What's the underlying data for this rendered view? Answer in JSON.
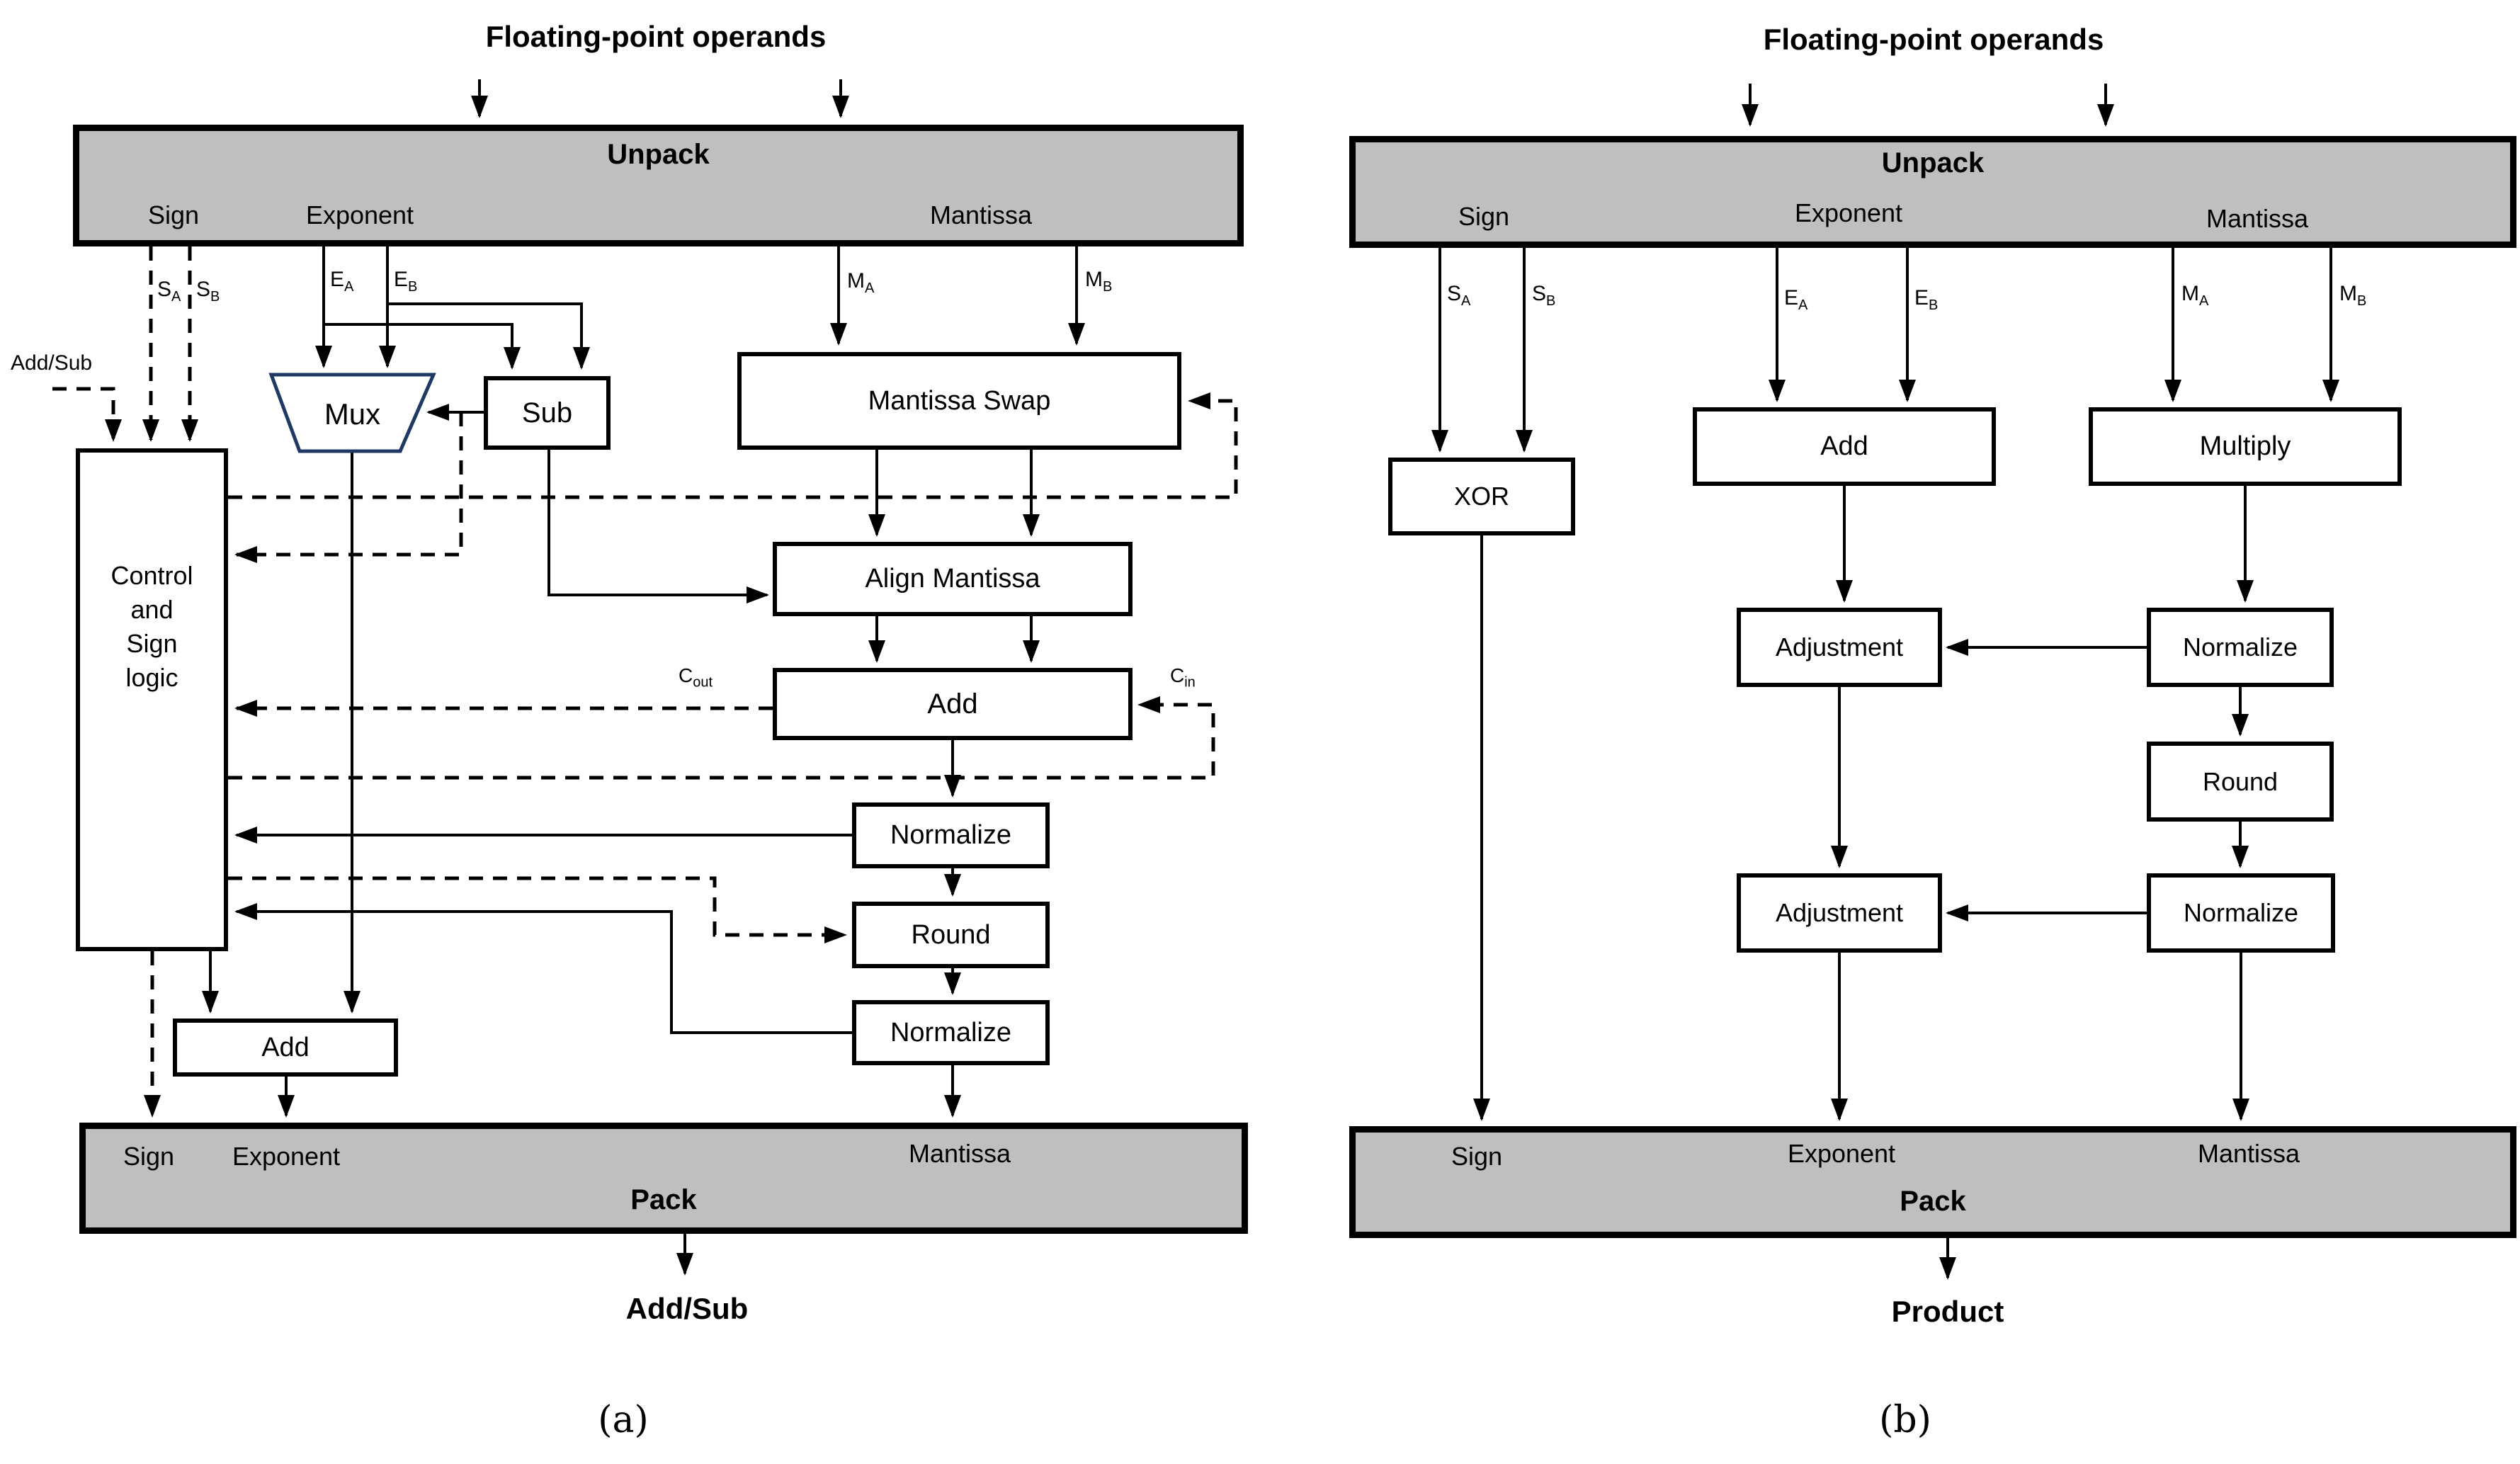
{
  "colors": {
    "bar_fill": "#bfbfbf",
    "line": "#000000",
    "mux_border": "#1f3864"
  },
  "diagram_a": {
    "caption": "(a)",
    "title": "Floating-point operands",
    "unpack": {
      "label": "Unpack",
      "sign": "Sign",
      "exponent": "Exponent",
      "mantissa": "Mantissa"
    },
    "signals": {
      "sa": {
        "base": "S",
        "sub": "A"
      },
      "sb": {
        "base": "S",
        "sub": "B"
      },
      "ea": {
        "base": "E",
        "sub": "A"
      },
      "eb": {
        "base": "E",
        "sub": "B"
      },
      "ma": {
        "base": "M",
        "sub": "A"
      },
      "mb": {
        "base": "M",
        "sub": "B"
      }
    },
    "control_input": "Add/Sub",
    "blocks": {
      "mux": "Mux",
      "sub": "Sub",
      "mantissa_swap": "Mantissa Swap",
      "control": [
        "Control",
        "and",
        "Sign",
        "logic"
      ],
      "align": "Align Mantissa",
      "add": "Add",
      "normalize1": "Normalize",
      "round": "Round",
      "normalize2": "Normalize",
      "exponent_add": "Add"
    },
    "carry": {
      "cout": {
        "base": "C",
        "sub": "out"
      },
      "cin": {
        "base": "C",
        "sub": "in"
      }
    },
    "pack": {
      "label": "Pack",
      "sign": "Sign",
      "exponent": "Exponent",
      "mantissa": "Mantissa"
    },
    "output": "Add/Sub"
  },
  "diagram_b": {
    "caption": "(b)",
    "title": "Floating-point operands",
    "unpack": {
      "label": "Unpack",
      "sign": "Sign",
      "exponent": "Exponent",
      "mantissa": "Mantissa"
    },
    "signals": {
      "sa": {
        "base": "S",
        "sub": "A"
      },
      "sb": {
        "base": "S",
        "sub": "B"
      },
      "ea": {
        "base": "E",
        "sub": "A"
      },
      "eb": {
        "base": "E",
        "sub": "B"
      },
      "ma": {
        "base": "M",
        "sub": "A"
      },
      "mb": {
        "base": "M",
        "sub": "B"
      }
    },
    "blocks": {
      "xor": "XOR",
      "add": "Add",
      "multiply": "Multiply",
      "adjustment1": "Adjustment",
      "normalize1": "Normalize",
      "round": "Round",
      "adjustment2": "Adjustment",
      "normalize2": "Normalize"
    },
    "pack": {
      "label": "Pack",
      "sign": "Sign",
      "exponent": "Exponent",
      "mantissa": "Mantissa"
    },
    "output": "Product"
  }
}
